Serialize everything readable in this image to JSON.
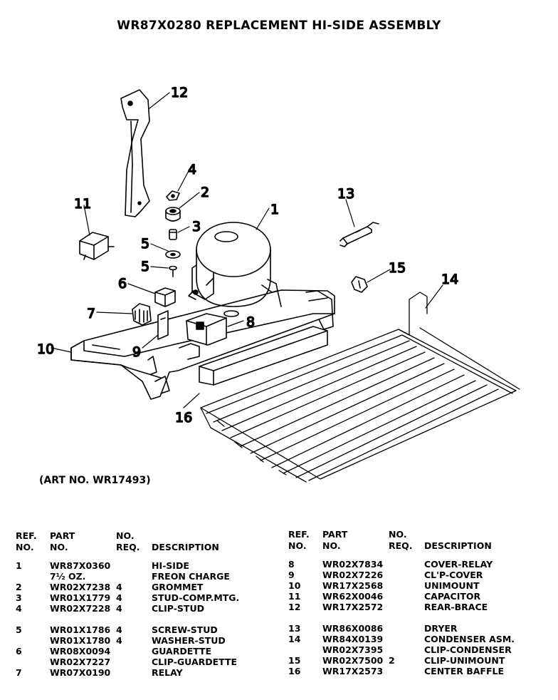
{
  "title": "WR87X0280 REPLACEMENT HI-SIDE ASSEMBLY",
  "art_number": "(ART NO. WR17493)",
  "callouts": [
    "1",
    "2",
    "3",
    "4",
    "5",
    "5",
    "6",
    "7",
    "8",
    "9",
    "10",
    "11",
    "12",
    "13",
    "14",
    "15",
    "16"
  ],
  "headers": {
    "ref": "REF.\nNO.",
    "part": "PART\nNO.",
    "req": "NO.\nREQ.",
    "description": "DESCRIPTION"
  },
  "left_rows": [
    {
      "ref": "1",
      "part": "WR87X0360",
      "req": "",
      "desc": "HI-SIDE"
    },
    {
      "ref": "",
      "part": "7½ OZ.",
      "req": "",
      "desc": "FREON CHARGE"
    },
    {
      "ref": "2",
      "part": "WR02X7238",
      "req": "4",
      "desc": "GROMMET"
    },
    {
      "ref": "3",
      "part": "WR01X1779",
      "req": "4",
      "desc": "STUD-COMP.MTG."
    },
    {
      "ref": "4",
      "part": "WR02X7228",
      "req": "4",
      "desc": "CLIP-STUD"
    },
    {
      "ref": "5",
      "part": "WR01X1786",
      "req": "4",
      "desc": "SCREW-STUD"
    },
    {
      "ref": "",
      "part": "WR01X1780",
      "req": "4",
      "desc": "WASHER-STUD"
    },
    {
      "ref": "6",
      "part": "WR08X0094",
      "req": "",
      "desc": "GUARDETTE"
    },
    {
      "ref": "",
      "part": "WR02X7227",
      "req": "",
      "desc": "CLIP-GUARDETTE"
    },
    {
      "ref": "7",
      "part": "WR07X0190",
      "req": "",
      "desc": "RELAY"
    }
  ],
  "right_rows": [
    {
      "ref": "8",
      "part": "WR02X7834",
      "req": "",
      "desc": "COVER-RELAY"
    },
    {
      "ref": "9",
      "part": "WR02X7226",
      "req": "",
      "desc": "CL'P-COVER"
    },
    {
      "ref": "10",
      "part": "WR17X2568",
      "req": "",
      "desc": "UNIMOUNT"
    },
    {
      "ref": "11",
      "part": "WR62X0046",
      "req": "",
      "desc": "CAPACITOR"
    },
    {
      "ref": "12",
      "part": "WR17X2572",
      "req": "",
      "desc": "REAR-BRACE"
    },
    {
      "ref": "13",
      "part": "WR86X0086",
      "req": "",
      "desc": "DRYER"
    },
    {
      "ref": "14",
      "part": "WR84X0139",
      "req": "",
      "desc": "CONDENSER ASM."
    },
    {
      "ref": "",
      "part": "WR02X7395",
      "req": "",
      "desc": "CLIP-CONDENSER"
    },
    {
      "ref": "15",
      "part": "WR02X7500",
      "req": "2",
      "desc": "CLIP-UNIMOUNT"
    },
    {
      "ref": "16",
      "part": "WR17X2573",
      "req": "",
      "desc": "CENTER BAFFLE"
    }
  ]
}
